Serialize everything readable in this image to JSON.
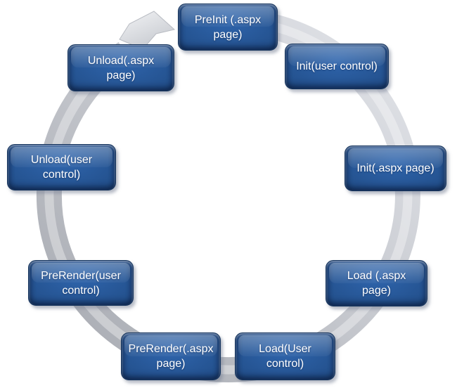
{
  "diagram": {
    "type": "cycle",
    "direction": "clockwise",
    "nodes": [
      {
        "id": "preinit-aspx",
        "label": "PreInit (.aspx page)"
      },
      {
        "id": "init-user",
        "label": "Init(user control)"
      },
      {
        "id": "init-aspx",
        "label": "Init(.aspx page)"
      },
      {
        "id": "load-aspx",
        "label": "Load (.aspx page)"
      },
      {
        "id": "load-user",
        "label": "Load(User control)"
      },
      {
        "id": "prerender-aspx",
        "label": "PreRender(.aspx page)"
      },
      {
        "id": "prerender-user",
        "label": "PreRender(user control)"
      },
      {
        "id": "unload-user",
        "label": "Unload(user control)"
      },
      {
        "id": "unload-aspx",
        "label": "Unload(.aspx page)"
      }
    ],
    "icons": {
      "arrowhead": "clockwise-arrowhead"
    },
    "colors": {
      "background": "#ffffff",
      "node_fill": "#24528f",
      "node_fill_light": "#2f65ad",
      "node_fill_dark": "#16385f",
      "node_border": "#14335c",
      "node_text": "#ffffff",
      "ring_light": "#e4e6eb",
      "ring_dark": "#a6a9b0",
      "arrow_light": "#f3f4f6",
      "arrow_dark": "#c7cad0"
    }
  }
}
